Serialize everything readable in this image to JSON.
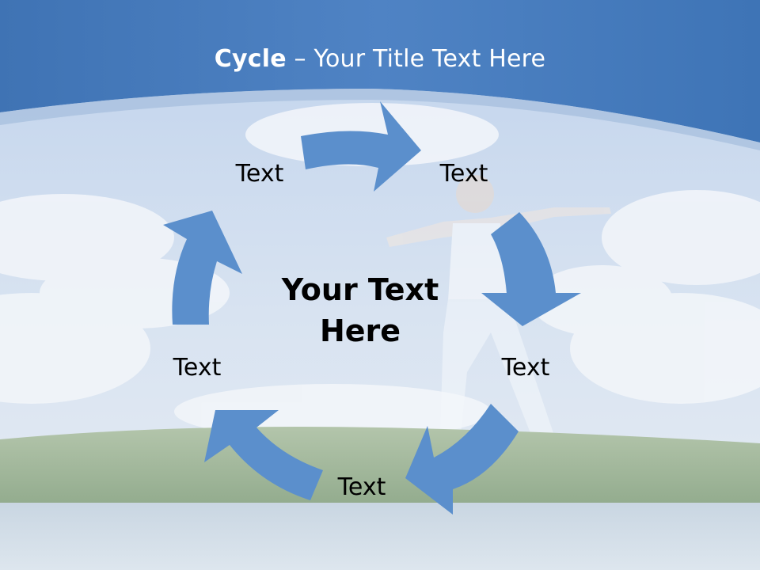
{
  "slide": {
    "title_bold": "Cycle",
    "title_rest": " – Your Title Text Here",
    "center_line1": "Your Text",
    "center_line2": "Here",
    "labels": [
      "Text",
      "Text",
      "Text",
      "Text",
      "Text"
    ]
  },
  "colors": {
    "banner": "#4d7fbf",
    "arrow": "#5b8fcc",
    "sky": "#cfdcef",
    "grass": "#9fb59a"
  }
}
